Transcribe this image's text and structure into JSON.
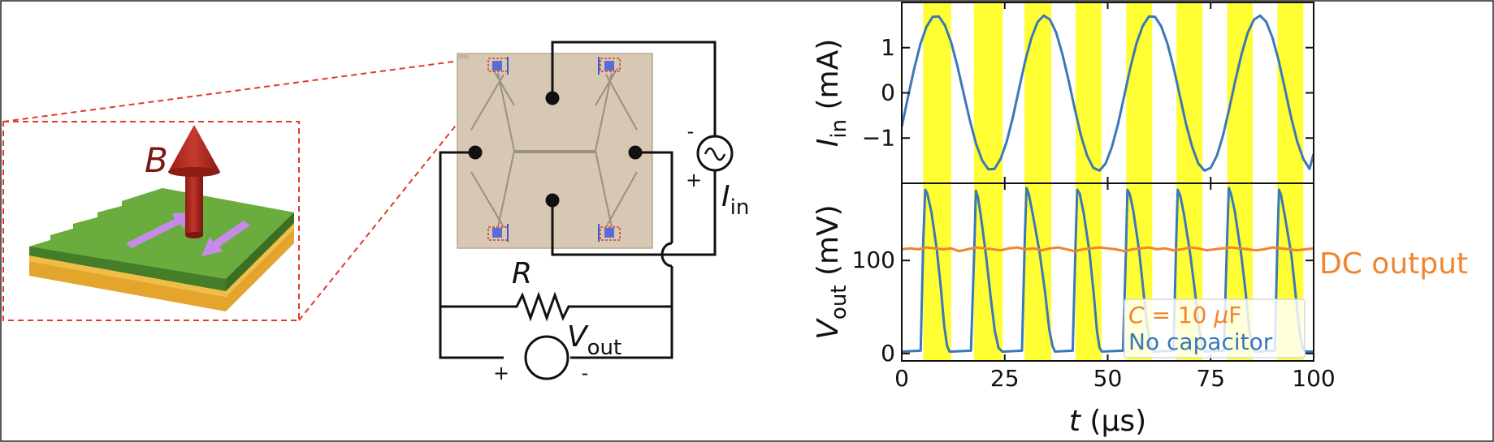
{
  "inset": {
    "field_label": "B"
  },
  "circuit": {
    "current_label": "I",
    "current_sub": "in",
    "resistor_label": "R",
    "voltage_label": "V",
    "voltage_sub": "out",
    "source_top_sign": "-",
    "source_bottom_sign": "+",
    "meter_left_sign": "+",
    "meter_right_sign": "-"
  },
  "chart_data": [
    {
      "type": "line",
      "ylabel_symbol": "I",
      "ylabel_sub": "in",
      "ylabel_unit": "(mA)",
      "xlim": [
        0,
        100
      ],
      "ylim": [
        -2.0,
        2.0
      ],
      "yticks": [
        -1,
        0,
        1
      ],
      "ytick_labels": [
        "−1",
        "0",
        "1"
      ],
      "series": [
        {
          "color": "#3a78b8",
          "x": [
            0,
            1.5,
            3,
            4.5,
            6,
            7.5,
            9,
            10.5,
            12,
            13.5,
            15,
            16.5,
            18,
            19.5,
            21,
            22.5,
            24,
            25.5,
            27,
            28.5,
            30,
            31.5,
            33,
            34.5,
            36,
            37.5,
            39,
            40.5,
            42,
            43.5,
            45,
            46.5,
            48,
            49.5,
            51,
            52.5,
            54,
            55.5,
            57,
            58.5,
            60,
            61.5,
            63,
            64.5,
            66,
            67.5,
            69,
            70.5,
            72,
            73.5,
            75,
            76.5,
            78,
            79.5,
            81,
            82.5,
            84,
            85.5,
            87,
            88.5,
            90,
            91.5,
            93,
            94.5,
            96,
            97.5,
            99,
            100
          ],
          "y": [
            -0.75,
            -0.1,
            0.53,
            1.07,
            1.46,
            1.68,
            1.69,
            1.49,
            1.12,
            0.6,
            0.0,
            -0.6,
            -1.12,
            -1.49,
            -1.69,
            -1.68,
            -1.46,
            -1.07,
            -0.53,
            0.1,
            0.72,
            1.22,
            1.57,
            1.71,
            1.62,
            1.33,
            0.86,
            0.28,
            -0.35,
            -0.94,
            -1.39,
            -1.66,
            -1.72,
            -1.56,
            -1.2,
            -0.69,
            -0.07,
            0.56,
            1.1,
            1.48,
            1.69,
            1.68,
            1.47,
            1.09,
            0.56,
            -0.06,
            -0.68,
            -1.19,
            -1.56,
            -1.72,
            -1.66,
            -1.39,
            -0.94,
            -0.35,
            0.28,
            0.86,
            1.33,
            1.62,
            1.71,
            1.57,
            1.22,
            0.72,
            0.1,
            -0.53,
            -1.07,
            -1.46,
            -1.68,
            -1.35
          ]
        }
      ],
      "highlight_bands": [
        [
          5.2,
          12.0
        ],
        [
          17.5,
          24.5
        ],
        [
          29.8,
          36.3
        ],
        [
          42.2,
          48.5
        ],
        [
          54.5,
          60.8
        ],
        [
          66.7,
          73.0
        ],
        [
          79.0,
          85.2
        ],
        [
          91.2,
          97.5
        ]
      ],
      "highlight_color": "#ffff33"
    },
    {
      "type": "line",
      "xlabel_symbol": "t",
      "xlabel_unit": "(μs)",
      "ylabel_symbol": "V",
      "ylabel_sub": "out",
      "ylabel_unit": "(mV)",
      "xlim": [
        0,
        100
      ],
      "ylim": [
        -8,
        183
      ],
      "xticks": [
        0,
        25,
        50,
        75,
        100
      ],
      "yticks": [
        0,
        100
      ],
      "series": [
        {
          "name": "No capacitor",
          "color": "#3a78b8",
          "x": [
            0,
            4.6,
            5.2,
            5.7,
            6.2,
            7.2,
            8.5,
            9.5,
            10.3,
            11.0,
            11.6,
            12.1,
            16.8,
            17.6,
            18.0,
            18.5,
            19.2,
            20.5,
            21.6,
            22.6,
            23.5,
            24.4,
            25.0,
            29.2,
            29.9,
            30.3,
            30.8,
            31.8,
            33.5,
            34.8,
            35.8,
            36.6,
            37.2,
            41.5,
            42.2,
            42.6,
            43.2,
            44.2,
            45.6,
            46.6,
            47.4,
            48.0,
            48.6,
            53.7,
            54.4,
            54.8,
            55.3,
            56.2,
            57.6,
            58.6,
            59.6,
            60.6,
            61.2,
            66.0,
            66.6,
            67.0,
            67.6,
            68.5,
            70.0,
            71.2,
            72.2,
            73.0,
            73.6,
            78.2,
            79.0,
            79.4,
            79.9,
            80.8,
            82.3,
            83.5,
            84.4,
            85.2,
            85.8,
            90.6,
            91.2,
            91.6,
            92.1,
            93.0,
            94.6,
            95.6,
            96.6,
            97.5,
            98.2,
            100
          ],
          "y": [
            2,
            3,
            120,
            176,
            172,
            152,
            112,
            70,
            30,
            8,
            2,
            2,
            3,
            110,
            175,
            168,
            148,
            104,
            60,
            24,
            6,
            2,
            2,
            3,
            128,
            178,
            172,
            150,
            108,
            66,
            26,
            8,
            2,
            3,
            120,
            176,
            172,
            150,
            108,
            64,
            24,
            6,
            2,
            3,
            105,
            176,
            172,
            154,
            112,
            70,
            28,
            8,
            2,
            3,
            118,
            176,
            170,
            150,
            108,
            66,
            26,
            8,
            2,
            3,
            124,
            178,
            172,
            154,
            110,
            66,
            24,
            6,
            2,
            3,
            120,
            176,
            170,
            148,
            106,
            64,
            22,
            4,
            2,
            2
          ]
        },
        {
          "name": "C = 10 μF",
          "color": "#f08530",
          "label": "DC output",
          "x": [
            0,
            2,
            4,
            6,
            8,
            10,
            12,
            14,
            16,
            18,
            20,
            22,
            24,
            26,
            28,
            30,
            32,
            34,
            36,
            38,
            40,
            42,
            44,
            46,
            48,
            50,
            52,
            54,
            56,
            58,
            60,
            62,
            64,
            66,
            68,
            70,
            72,
            74,
            76,
            78,
            80,
            82,
            84,
            86,
            88,
            90,
            92,
            94,
            96,
            98,
            100
          ],
          "y": [
            112,
            113,
            112,
            114,
            113,
            112,
            113,
            110,
            112,
            114,
            113,
            112,
            111,
            113,
            114,
            112,
            113,
            111,
            113,
            114,
            112,
            110,
            112,
            113,
            114,
            113,
            112,
            110,
            112,
            113,
            114,
            112,
            113,
            111,
            112,
            114,
            113,
            111,
            112,
            113,
            114,
            113,
            112,
            111,
            112,
            114,
            113,
            112,
            111,
            112,
            113
          ]
        }
      ],
      "highlight_bands": [
        [
          5.2,
          12.0
        ],
        [
          17.5,
          24.5
        ],
        [
          29.8,
          36.3
        ],
        [
          42.2,
          48.5
        ],
        [
          54.5,
          60.8
        ],
        [
          66.7,
          73.0
        ],
        [
          79.0,
          85.2
        ],
        [
          91.2,
          97.5
        ]
      ],
      "highlight_color": "#ffff33",
      "legend": {
        "placement": "bottom-right",
        "entries": [
          {
            "prefix": "C",
            "text": " = 10 ",
            "unit_greek": "μ",
            "unit": "F",
            "color": "#f08530"
          },
          {
            "text": "No capacitor",
            "color": "#3a78b8"
          }
        ]
      }
    }
  ]
}
